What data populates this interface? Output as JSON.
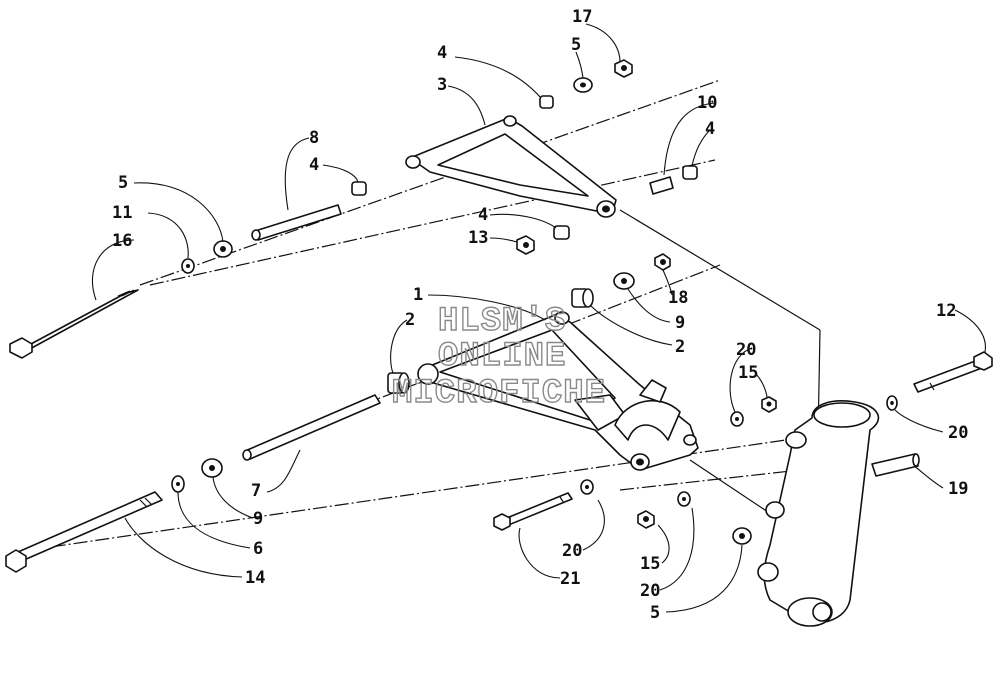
{
  "watermark": [
    "HLSM'S",
    "ONLINE",
    "MICROFICHE"
  ],
  "callouts": {
    "c1": "1",
    "c2a": "2",
    "c2b": "2",
    "c3": "3",
    "c4a": "4",
    "c4b": "4",
    "c4c": "4",
    "c4d": "4",
    "c5a": "5",
    "c5b": "5",
    "c5c": "5",
    "c6": "6",
    "c7": "7",
    "c8": "8",
    "c9a": "9",
    "c9b": "9",
    "c10": "10",
    "c11": "11",
    "c12": "12",
    "c13": "13",
    "c14": "14",
    "c15a": "15",
    "c15b": "15",
    "c16": "16",
    "c17": "17",
    "c18": "18",
    "c19": "19",
    "c20a": "20",
    "c20b": "20",
    "c20c": "20",
    "c20d": "20",
    "c21": "21"
  }
}
